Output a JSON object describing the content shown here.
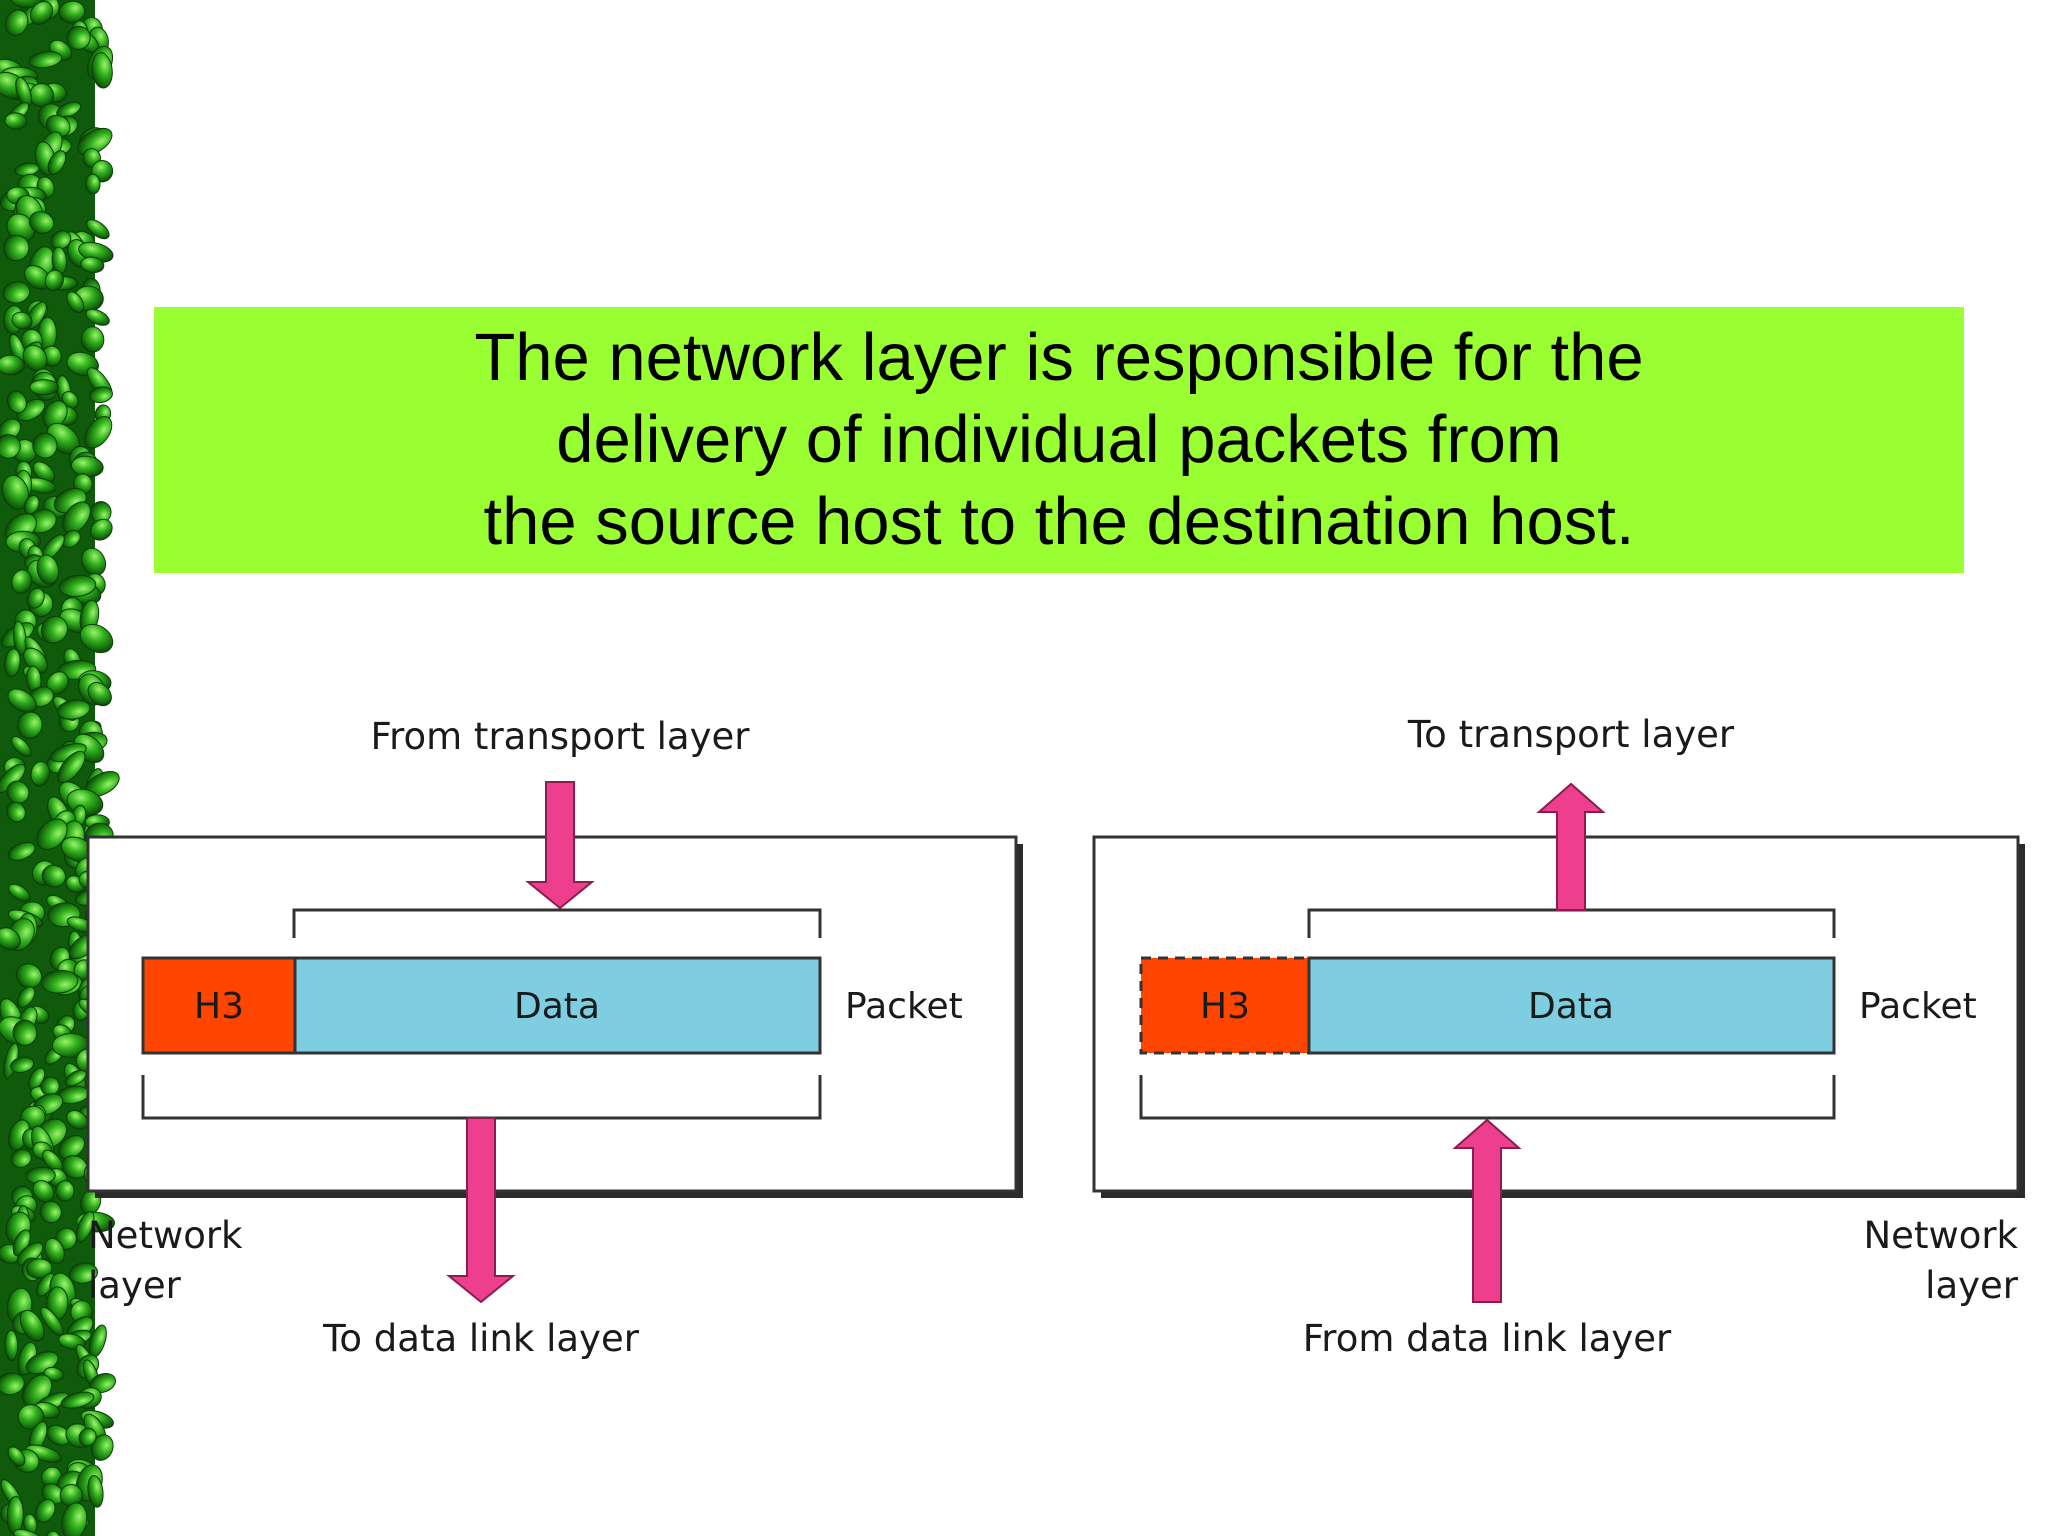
{
  "banner": {
    "line1": "The network layer is responsible for the",
    "line2": "delivery of individual packets from",
    "line3": "the source host to the destination host."
  },
  "diagram": {
    "left": {
      "top_label": "From transport layer",
      "header_label": "H3",
      "data_label": "Data",
      "packet_label": "Packet",
      "layer_label_line1": "Network",
      "layer_label_line2": "layer",
      "bottom_label": "To data link layer"
    },
    "right": {
      "top_label": "To transport layer",
      "header_label": "H3",
      "data_label": "Data",
      "packet_label": "Packet",
      "layer_label_line1": "Network",
      "layer_label_line2": "layer",
      "bottom_label": "From data link layer"
    }
  },
  "colors": {
    "banner": "#99ff33",
    "header_block": "#ff4500",
    "data_block": "#7ecde0",
    "arrow": "#ee3f8f",
    "leaf_green": "#2fae1c"
  },
  "icons": {
    "border": "leaf-vine-border"
  }
}
